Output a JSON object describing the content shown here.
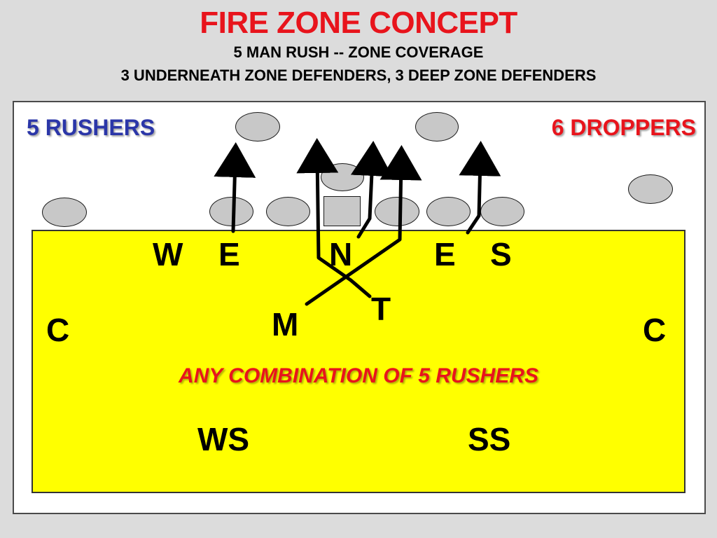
{
  "title": "FIRE ZONE CONCEPT",
  "subtitle_1": "5 MAN RUSH -- ZONE COVERAGE",
  "subtitle_2": "3 UNDERNEATH ZONE DEFENDERS, 3 DEEP ZONE DEFENDERS",
  "rushers_label": "5 RUSHERS",
  "droppers_label": "6 DROPPERS",
  "note": "ANY COMBINATION OF 5 RUSHERS",
  "defenders": {
    "w": "W",
    "e_left": "E",
    "n": "N",
    "e_right": "E",
    "s": "S",
    "t": "T",
    "m": "M",
    "c_left": "C",
    "c_right": "C",
    "ws": "WS",
    "ss": "SS"
  },
  "colors": {
    "title": "#e8141c",
    "rushers": "#2b36a8",
    "droppers": "#e8141c",
    "zone": "#ffff00",
    "offense": "#c8c8c8"
  }
}
